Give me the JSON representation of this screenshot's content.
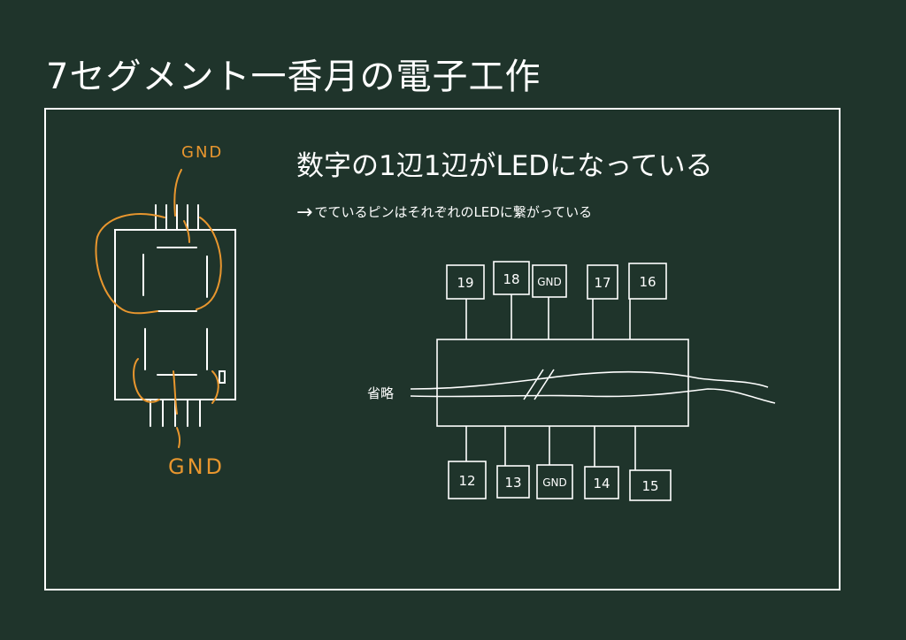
{
  "title": "7セグメント一香月の電子工作",
  "heading": "数字の1辺1辺がLEDになっている",
  "subline": {
    "arrow": "→",
    "text": "でているピンはそれぞれのLEDに繋がっている"
  },
  "seven_segment": {
    "gnd_top_label": "GND",
    "gnd_bottom_label": "GND"
  },
  "ic_diagram": {
    "top_pins": [
      "19",
      "18",
      "GND",
      "17",
      "16"
    ],
    "bottom_pins": [
      "12",
      "13",
      "GND",
      "14",
      "15"
    ],
    "omitted_label": "省略"
  },
  "colors": {
    "background": "#1f342b",
    "chalk": "#ffffff",
    "highlight": "#e8962e"
  }
}
